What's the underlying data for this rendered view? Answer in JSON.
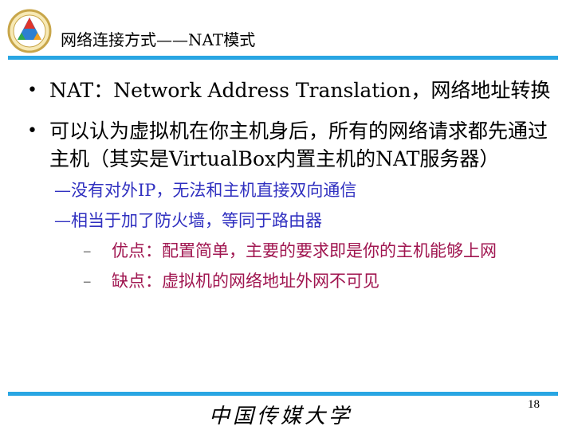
{
  "slide": {
    "title": "网络连接方式——NAT模式",
    "page_number": "18",
    "footer_text": "中国传媒大学"
  },
  "bullets": [
    {
      "text": "NAT：Network Address Translation，网络地址转换"
    },
    {
      "text": "可以认为虚拟机在你主机身后，所有的网络请求都先通过主机（其实是VirtualBox内置主机的NAT服务器）",
      "subitems": [
        "—没有对外IP，无法和主机直接双向通信",
        "—相当于加了防火墙，等同于路由器"
      ],
      "subsubitems": [
        {
          "dash": "–",
          "text": "优点：配置简单，主要的要求即是你的主机能够上网"
        },
        {
          "dash": "–",
          "text": "缺点：虚拟机的网络地址外网不可见"
        }
      ]
    }
  ],
  "colors": {
    "rule": "#29a6e3",
    "sub": "#3030c0",
    "subsub": "#a01650"
  }
}
